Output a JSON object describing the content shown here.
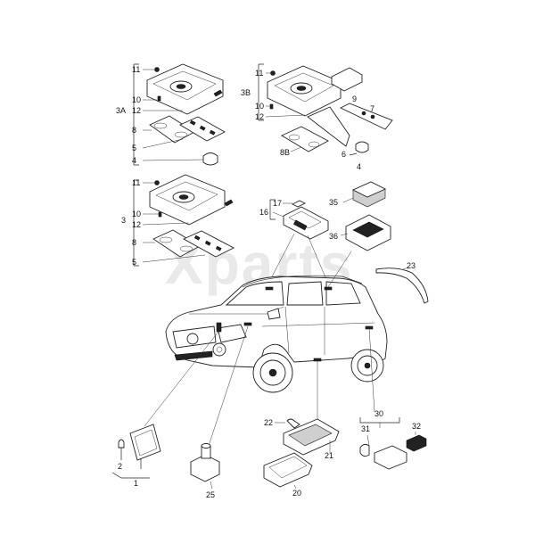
{
  "watermark": "Xparts",
  "labels": {
    "l11a": "11",
    "l10a": "10",
    "l3a": "3A",
    "l12a": "12",
    "l8a": "8",
    "l5a": "5",
    "l4a": "4",
    "l11b": "11",
    "l3b": "3B",
    "l10b": "10",
    "l12b": "12",
    "l8b": "8B",
    "l6": "6",
    "l4b": "4",
    "l9": "9",
    "l7": "7",
    "l11c": "11",
    "l10c": "10",
    "l3": "3",
    "l12c": "12",
    "l8c": "8",
    "l5c": "5",
    "l17": "17",
    "l16": "16",
    "l35": "35",
    "l36": "36",
    "l23": "23",
    "l22": "22",
    "l21": "21",
    "l20": "20",
    "l25": "25",
    "l2": "2",
    "l1": "1",
    "l30": "30",
    "l31": "31",
    "l32": "32"
  }
}
